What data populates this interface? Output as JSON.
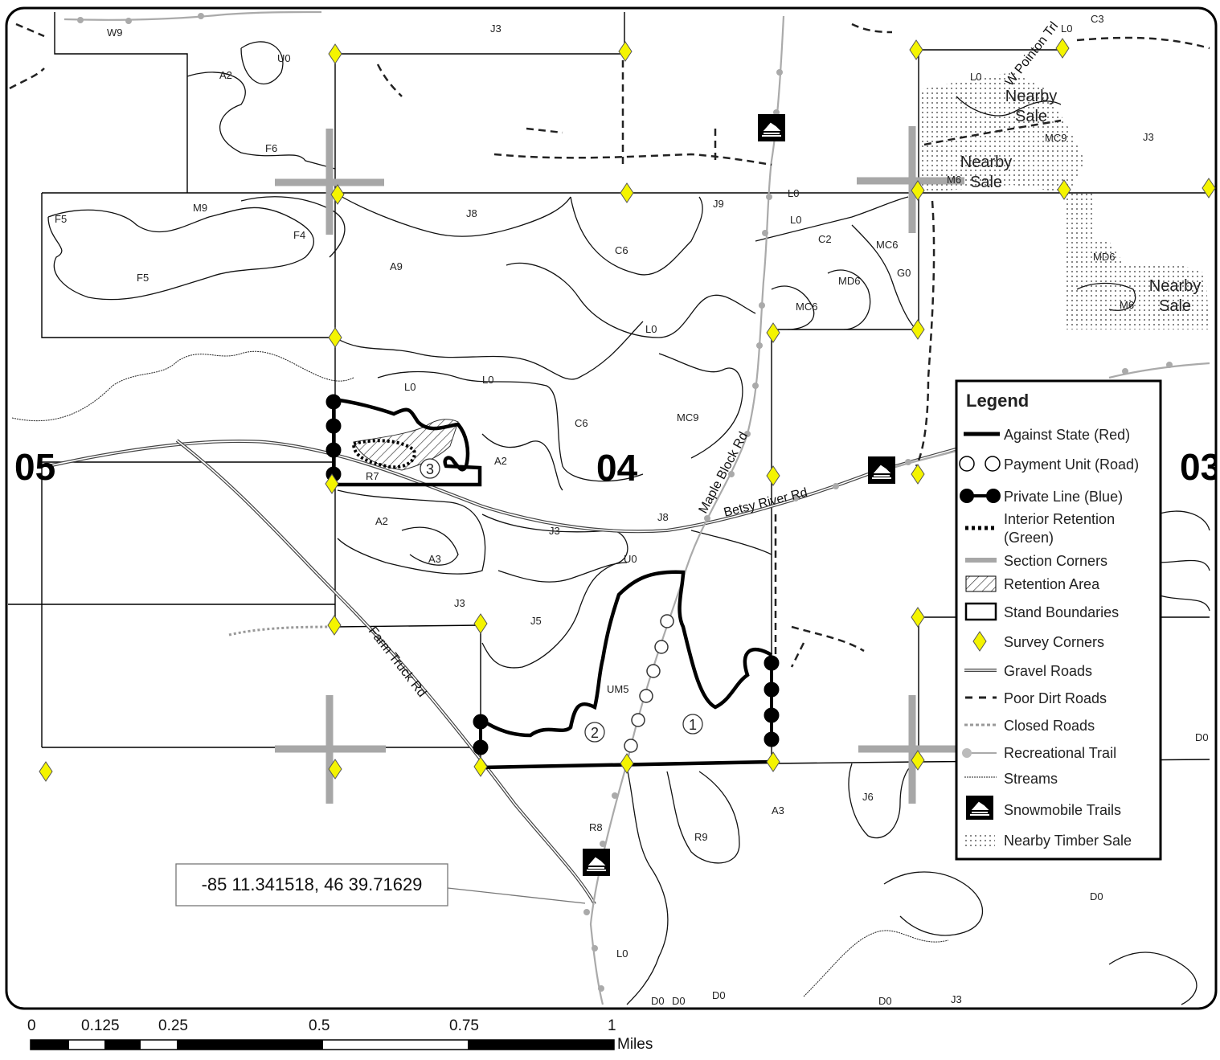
{
  "colors": {
    "survey_corner": "#f4f400",
    "section_corner": "#a7a7a7",
    "trail": "#aaaaaa"
  },
  "sections": {
    "s05": "05",
    "s04": "04",
    "s03": "03"
  },
  "roads": {
    "maple_block": "Maple Block Rd",
    "betsy_river": "Betsy River Rd",
    "farm_truck": "Farm Truck Rd",
    "w_pointon": "W Pointon Trl"
  },
  "units": {
    "u1": "1",
    "u2": "2",
    "u3": "3"
  },
  "stand_labels": {
    "W9": "W9",
    "J3a": "J3",
    "U0a": "U0",
    "A2a": "A2",
    "F6": "F6",
    "F5a": "F5",
    "M9": "M9",
    "F4": "F4",
    "F5b": "F5",
    "J8a": "J8",
    "A9": "A9",
    "C6a": "C6",
    "J9": "J9",
    "L0a": "L0",
    "L0b": "L0",
    "C2": "C2",
    "MC6a": "MC6",
    "G0": "G0",
    "MD6a": "MD6",
    "MC6b": "MC6",
    "L0c": "L0",
    "L0d": "L0",
    "L0e": "L0",
    "C6b": "C6",
    "MC9a": "MC9",
    "A2b": "A2",
    "R7": "R7",
    "A2c": "A2",
    "J3b": "J3",
    "J8b": "J8",
    "A3a": "A3",
    "U0b": "U0",
    "J3c": "J3",
    "J5": "J5",
    "UM5": "UM5",
    "A3b": "A3",
    "J6": "J6",
    "R8": "R8",
    "R9": "R9",
    "L0f": "L0",
    "D0a": "D0",
    "D0b": "D0",
    "D0c": "D0",
    "D0d": "D0",
    "D0e": "D0",
    "D0f": "D0",
    "J3d": "J3",
    "J3e": "J3",
    "L0g": "L0",
    "C3": "C3",
    "L0h": "L0",
    "MC9b": "MC9",
    "M6a": "M6",
    "MD6b": "MD6",
    "M6b": "M6"
  },
  "nearby_sales": [
    {
      "line1": "Nearby",
      "line2": "Sale"
    },
    {
      "line1": "Nearby",
      "line2": "Sale"
    },
    {
      "line1": "Nearby",
      "line2": "Sale"
    }
  ],
  "coordinate_callout": "-85 11.341518, 46 39.71629",
  "legend": {
    "title": "Legend",
    "items": [
      {
        "label": "Against State (Red)",
        "symbol": "thick-line"
      },
      {
        "label": "Payment Unit (Road)",
        "symbol": "hollow-circles"
      },
      {
        "label": "Private Line (Blue)",
        "symbol": "dotted-black-line"
      },
      {
        "label": "Interior Retention",
        "label2": "(Green)",
        "symbol": "dotted-line"
      },
      {
        "label": "Section Corners",
        "symbol": "gray-line"
      },
      {
        "label": "Retention Area",
        "symbol": "hatched-box"
      },
      {
        "label": "Stand Boundaries",
        "symbol": "outlined-box"
      },
      {
        "label": "Survey Corners",
        "symbol": "yellow-diamond"
      },
      {
        "label": "Gravel Roads",
        "symbol": "double-line"
      },
      {
        "label": "Poor Dirt Roads",
        "symbol": "dashed-double-line"
      },
      {
        "label": "Closed Roads",
        "symbol": "gray-dotted-line"
      },
      {
        "label": "Recreational Trail",
        "symbol": "gray-dot-line"
      },
      {
        "label": "Streams",
        "symbol": "thin-dash-line"
      },
      {
        "label": "Snowmobile Trails",
        "symbol": "snowmobile-icon"
      },
      {
        "label": "Nearby Timber Sale",
        "symbol": "stipple-box"
      }
    ]
  },
  "scale_bar": {
    "ticks": [
      "0",
      "0.125",
      "0.25",
      "0.5",
      "0.75",
      "1"
    ],
    "unit": "Miles"
  }
}
